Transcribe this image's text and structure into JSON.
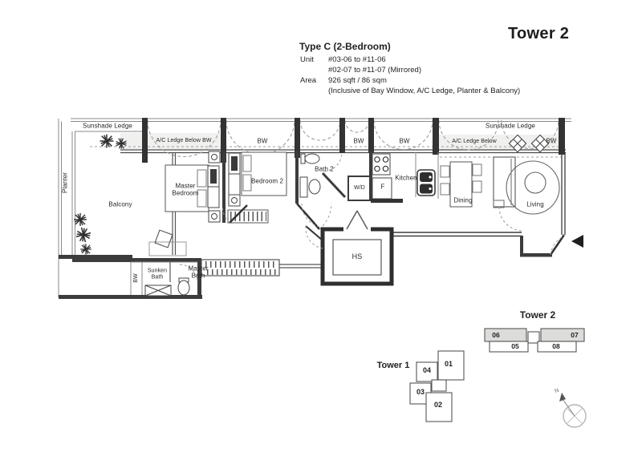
{
  "header": {
    "tower_title": "Tower 2",
    "type_title": "Type C (2-Bedroom)",
    "unit_label": "Unit",
    "unit_line1": "#03-06 to #11-06",
    "unit_line2": "#02-07 to #11-07 (Mirrored)",
    "area_label": "Area",
    "area_line1": "926 sqft / 86 sqm",
    "area_line2": "(Inclusive of Bay Window, A/C Ledge, Planter & Balcony)"
  },
  "plan": {
    "labels": {
      "sunshade_left": "Sunshade Ledge",
      "sunshade_right": "Sunshade Ledge",
      "ac_ledge_left": "A/C Ledge Below BW",
      "ac_ledge_right": "A/C Ledge Below",
      "bw": "BW",
      "planter": "Planter",
      "balcony": "Balcony",
      "master_bedroom": "Master Bedroom",
      "bedroom2": "Bedroom 2",
      "bath2": "Bath 2",
      "wd": "W/D",
      "fridge": "F",
      "kitchen": "Kitchen",
      "dining": "Dining",
      "living": "Living",
      "hs": "HS",
      "sunken_bath": "Sunken Bath",
      "master_bath": "Master Bath"
    }
  },
  "minimap": {
    "tower2": {
      "title": "Tower 2",
      "units": [
        "06",
        "05",
        "07",
        "08"
      ]
    },
    "tower1": {
      "title": "Tower 1",
      "units": [
        "04",
        "01",
        "03",
        "02"
      ]
    },
    "compass_n": "N"
  },
  "colors": {
    "wall": "#3c3c3c",
    "thin_line": "#8a8a8a",
    "dashed_line": "#9e9e9e",
    "ledge_fill": "#f0f0ee",
    "unit_highlight": "#dcdcda",
    "ink": "#1f1f1f",
    "paper": "#ffffff"
  }
}
